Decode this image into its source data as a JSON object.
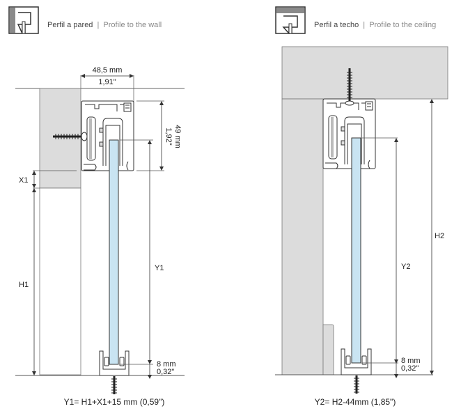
{
  "left_panel": {
    "icon": "wall-mount-profile-icon",
    "title_es": "Perfil  a pared",
    "separator": "|",
    "title_en": "Profile to the wall",
    "dimensions": {
      "width_mm": "48,5 mm",
      "width_in": "1,91\"",
      "height_mm": "49 mm",
      "height_in": "1,92\"",
      "bottom_mm": "8 mm",
      "bottom_in": "0,32\""
    },
    "labels": {
      "x1": "X1",
      "h1": "H1",
      "y1": "Y1"
    },
    "formula": "Y1= H1+X1+15 mm (0,59\")"
  },
  "right_panel": {
    "icon": "ceiling-mount-profile-icon",
    "title_es": "Perfil a techo",
    "separator": "|",
    "title_en": "Profile to the ceiling",
    "dimensions": {
      "bottom_mm": "8 mm",
      "bottom_in": "0,32\""
    },
    "labels": {
      "h2": "H2",
      "y2": "Y2"
    },
    "formula": "Y2= H2-44mm (1,85\")"
  },
  "colors": {
    "wall": "#dcdcdc",
    "glass": "#c9e4f2",
    "line": "#333333",
    "icon_shade": "#8a8a8a"
  }
}
